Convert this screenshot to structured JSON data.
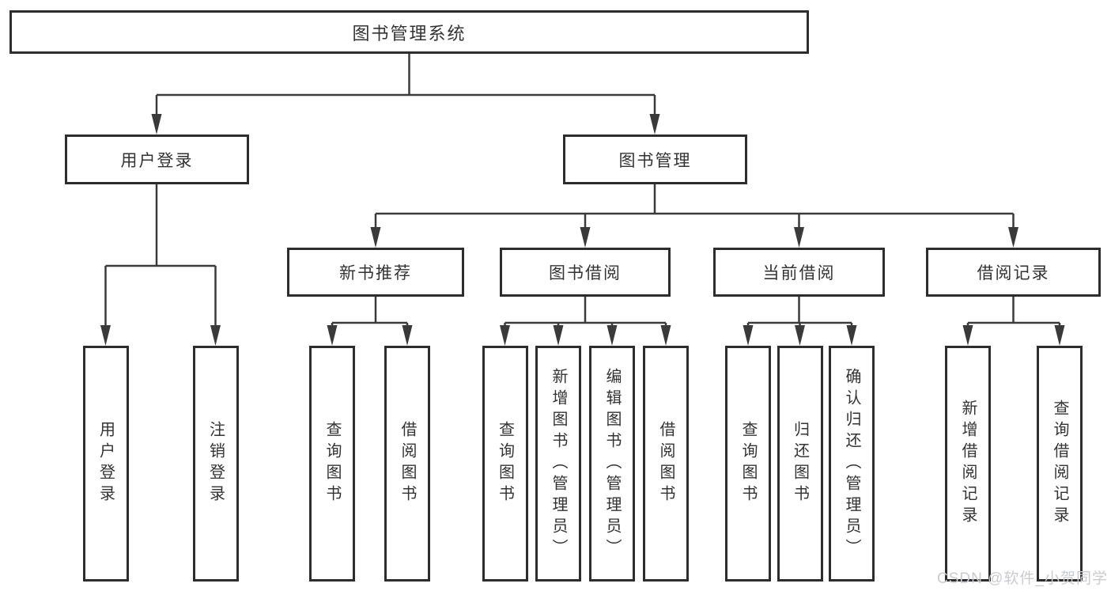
{
  "diagram": {
    "title": "图书管理系统",
    "root": {
      "label": "图书管理系统",
      "children": [
        {
          "label": "用户登录",
          "children": [
            {
              "label": "用户登录"
            },
            {
              "label": "注销登录"
            }
          ]
        },
        {
          "label": "图书管理",
          "children": [
            {
              "label": "新书推荐",
              "children": [
                {
                  "label": "查询图书"
                },
                {
                  "label": "借阅图书"
                }
              ]
            },
            {
              "label": "图书借阅",
              "children": [
                {
                  "label": "查询图书"
                },
                {
                  "label": "新增图书（管理员）"
                },
                {
                  "label": "编辑图书（管理员）"
                },
                {
                  "label": "借阅图书"
                }
              ]
            },
            {
              "label": "当前借阅",
              "children": [
                {
                  "label": "查询图书"
                },
                {
                  "label": "归还图书"
                },
                {
                  "label": "确认归还（管理员）"
                }
              ]
            },
            {
              "label": "借阅记录",
              "children": [
                {
                  "label": "新增借阅记录"
                },
                {
                  "label": "查询借阅记录"
                }
              ]
            }
          ]
        }
      ]
    },
    "watermark": "CSDN @软件_小贺同学",
    "colors": {
      "line": "#3a3a3a",
      "box_border": "#2d2d2d",
      "text": "#333333",
      "watermark": "#c9cbce",
      "background": "#ffffff"
    }
  }
}
